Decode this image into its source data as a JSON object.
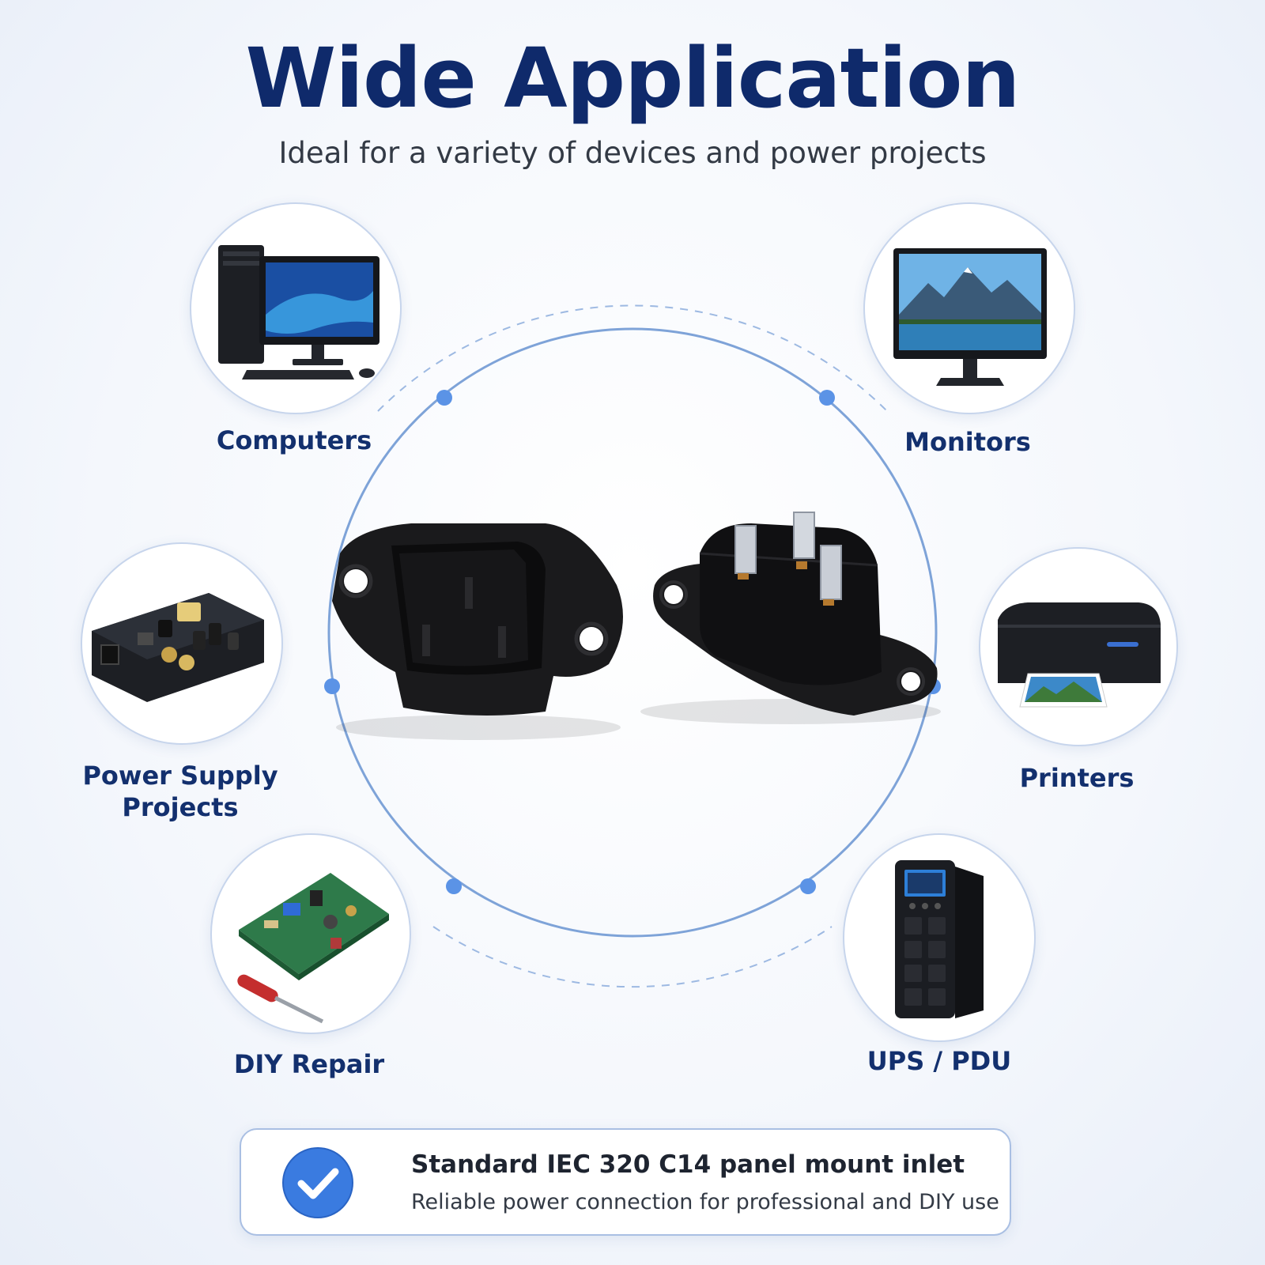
{
  "header": {
    "title": "Wide Application",
    "subtitle": "Ideal for a variety of devices and power projects"
  },
  "applications": [
    {
      "label": "Computers",
      "icon": "desktop-computer-icon"
    },
    {
      "label": "Monitors",
      "icon": "monitor-icon"
    },
    {
      "label": "Power Supply Projects",
      "icon": "power-supply-board-icon"
    },
    {
      "label": "Printers",
      "icon": "printer-icon"
    },
    {
      "label": "DIY Repair",
      "icon": "circuit-board-screwdriver-icon"
    },
    {
      "label": "UPS / PDU",
      "icon": "ups-pdu-icon"
    }
  ],
  "feature": {
    "title": "Standard IEC 320 C14 panel mount inlet",
    "text": "Reliable power connection for professional and DIY use",
    "icon": "checkmark-icon"
  },
  "colors": {
    "title": "#0f2a6b",
    "accent": "#3a7be0",
    "ring": "#7ea3d8",
    "label": "#13306e"
  }
}
